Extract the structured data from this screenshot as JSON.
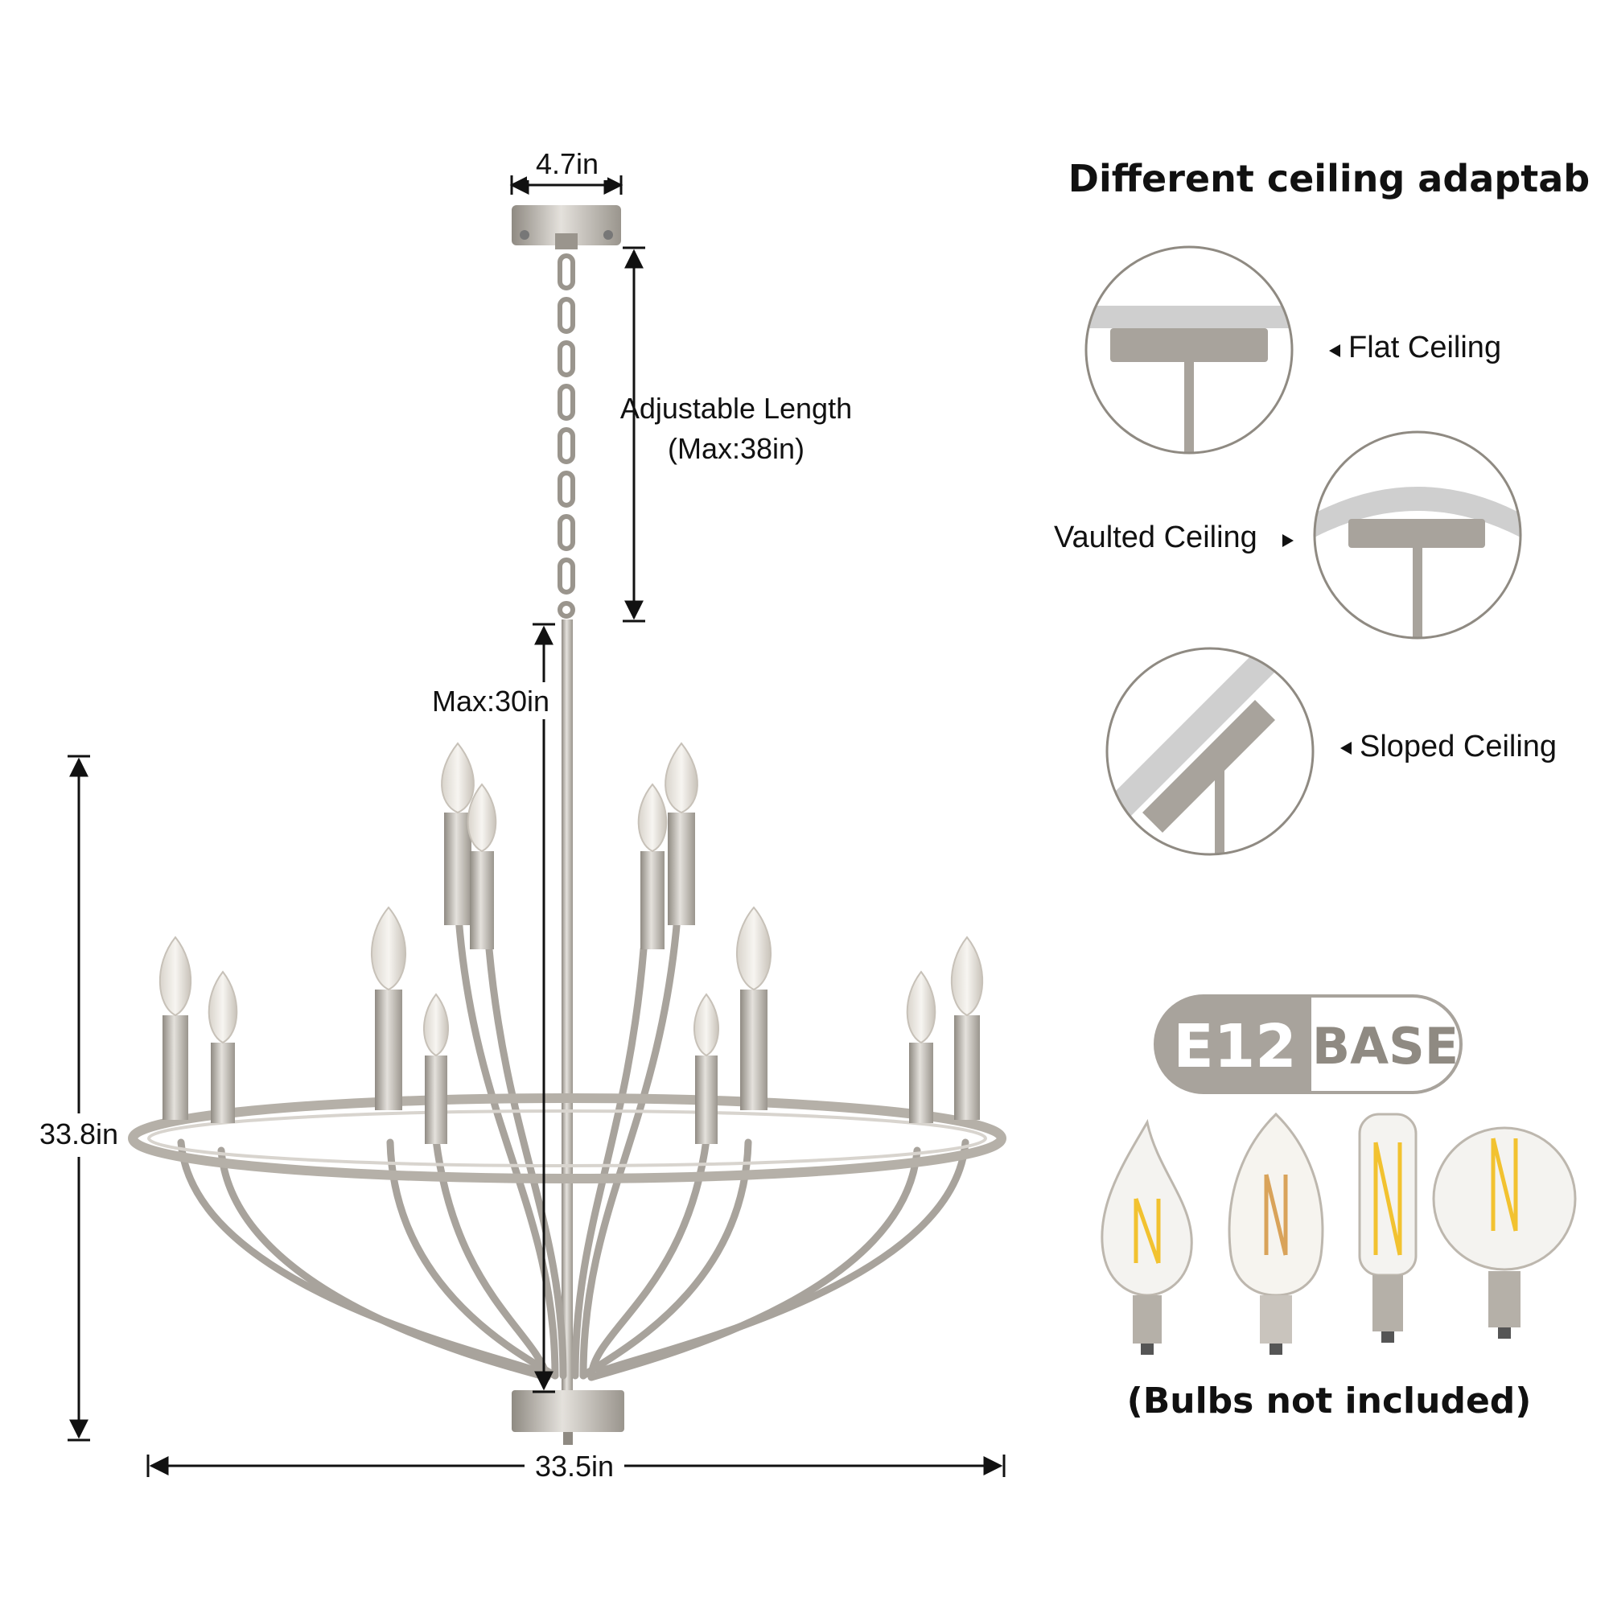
{
  "dimensions": {
    "canopy_width": "4.7in",
    "adjustable_length": "Adjustable Length",
    "adjustable_max": "(Max:38in)",
    "rod_max": "Max:30in",
    "height": "33.8in",
    "width": "33.5in"
  },
  "ceiling": {
    "heading": "Different ceiling adaptab",
    "flat_label": "Flat Ceiling",
    "vaulted_label": "Vaulted Ceiling",
    "sloped_label": "Sloped Ceiling"
  },
  "base": {
    "code": "E12",
    "word": "BASE",
    "note": "(Bulbs not included)"
  },
  "colors": {
    "metal": "#b5b0a8",
    "metal_dark": "#8f8a82",
    "ceiling_gray": "#cfcfcf",
    "icon_gray": "#a8a39c",
    "badge_dark": "#a8a39c",
    "bulb_filament": "#f2c230"
  }
}
